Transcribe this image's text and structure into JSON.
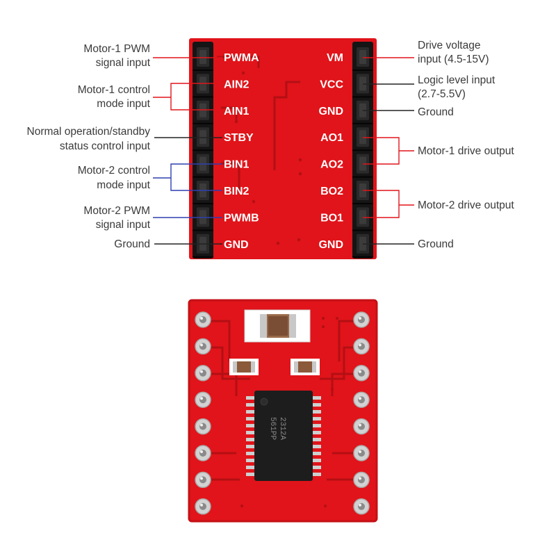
{
  "colors": {
    "board": "#e0141a",
    "board_dark": "#a80c10",
    "header_black": "#151515",
    "pin_metal": "#d9d9d9",
    "chip": "#1d1d1d",
    "line_red": "#e0141a",
    "line_blue": "#2f3fb0",
    "line_black": "#222222"
  },
  "pins": {
    "left": [
      "PWMA",
      "AIN2",
      "AIN1",
      "STBY",
      "BIN1",
      "BIN2",
      "PWMB",
      "GND"
    ],
    "right": [
      "VM",
      "VCC",
      "GND",
      "AO1",
      "AO2",
      "BO2",
      "BO1",
      "GND"
    ]
  },
  "left_descriptions": {
    "pwma": [
      "Motor-1 PWM",
      "signal input"
    ],
    "motor1_mode": [
      "Motor-1 control",
      "mode input"
    ],
    "stby": [
      "Normal operation/standby",
      "status control input"
    ],
    "motor2_mode": [
      "Motor-2 control",
      "mode input"
    ],
    "pwmb": [
      "Motor-2 PWM",
      "signal input"
    ],
    "ground": [
      "Ground"
    ]
  },
  "right_descriptions": {
    "vm": [
      "Drive voltage",
      "input (4.5-15V)"
    ],
    "vcc": [
      "Logic level input",
      "(2.7-5.5V)"
    ],
    "ground_top": [
      "Ground"
    ],
    "motor1_out": [
      "Motor-1 drive output"
    ],
    "motor2_out": [
      "Motor-2 drive output"
    ],
    "ground_bottom": [
      "Ground"
    ]
  },
  "chip_marking": [
    "2312A",
    "561PP"
  ],
  "icons": [
    "pin-header-icon",
    "smd-capacitor-icon",
    "ic-chip-icon",
    "solder-pad-icon"
  ]
}
